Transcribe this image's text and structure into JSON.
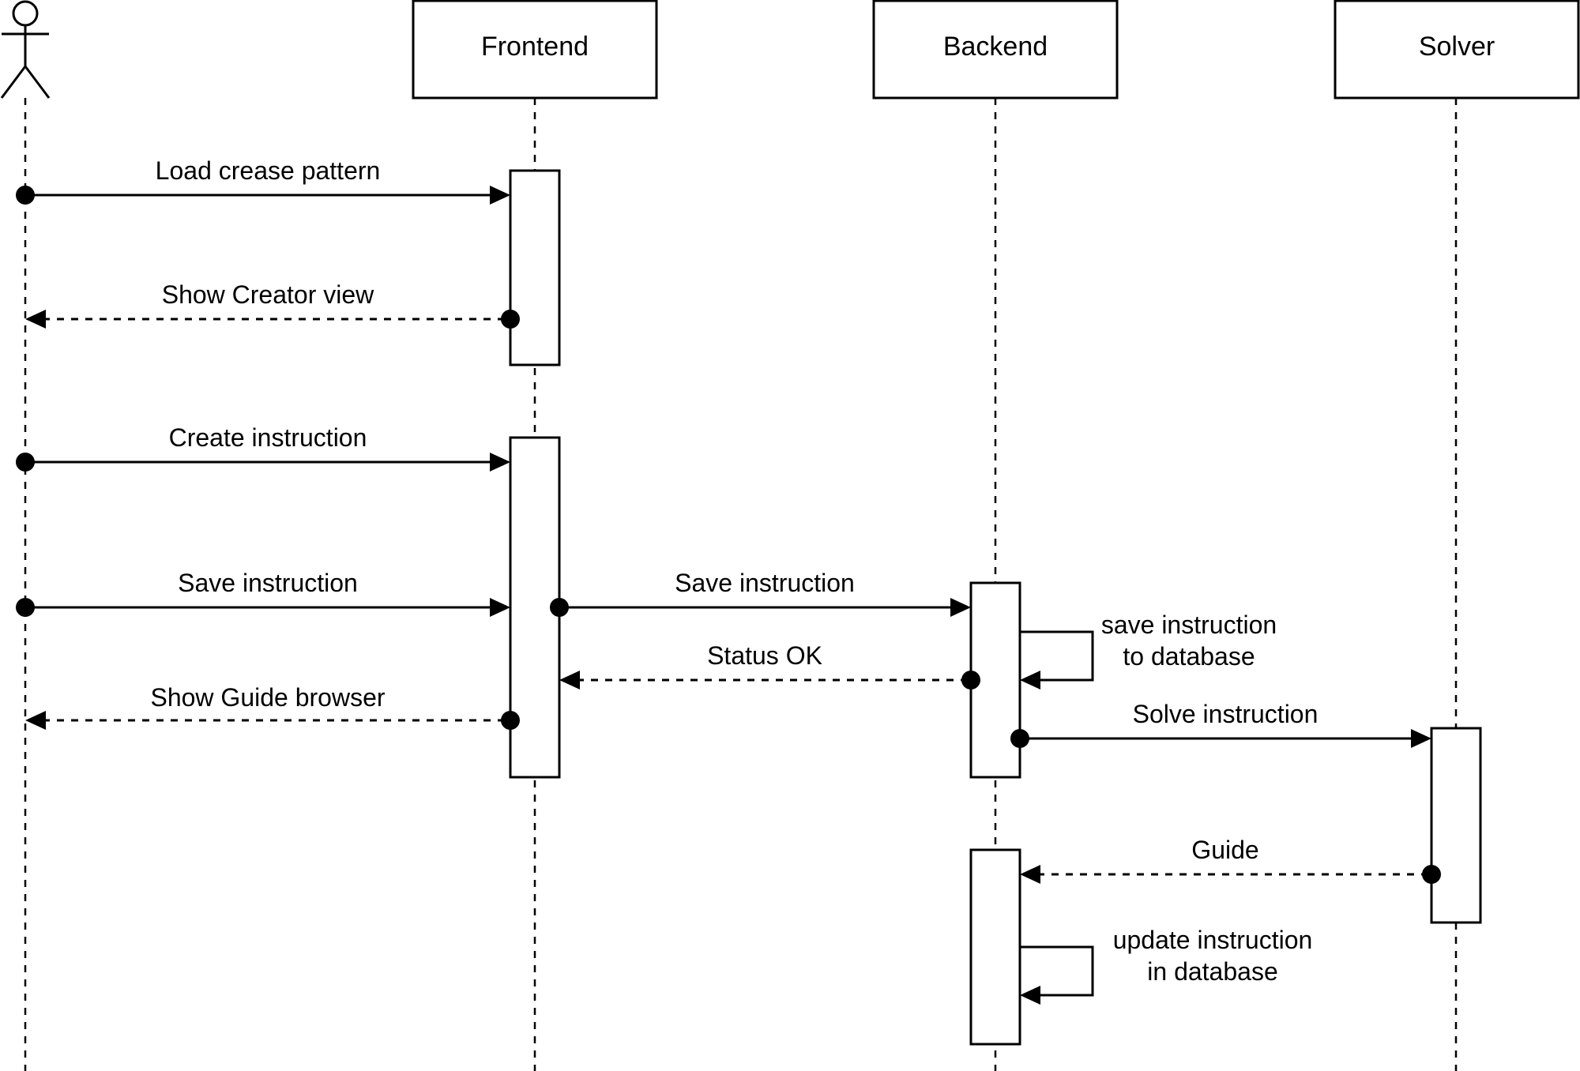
{
  "diagram": {
    "type": "sequence",
    "participants": [
      {
        "id": "actor",
        "kind": "actor",
        "label": ""
      },
      {
        "id": "frontend",
        "kind": "box",
        "label": "Frontend"
      },
      {
        "id": "backend",
        "kind": "box",
        "label": "Backend"
      },
      {
        "id": "solver",
        "kind": "box",
        "label": "Solver"
      }
    ],
    "messages": [
      {
        "id": "load-crease-pattern",
        "from": "actor",
        "to": "frontend",
        "style": "solid",
        "label": [
          "Load crease pattern"
        ]
      },
      {
        "id": "show-creator-view",
        "from": "frontend",
        "to": "actor",
        "style": "dashed",
        "label": [
          "Show Creator view"
        ]
      },
      {
        "id": "create-instruction",
        "from": "actor",
        "to": "frontend",
        "style": "solid",
        "label": [
          "Create instruction"
        ]
      },
      {
        "id": "save-instruction-1",
        "from": "actor",
        "to": "frontend",
        "style": "solid",
        "label": [
          "Save instruction"
        ]
      },
      {
        "id": "save-instruction-2",
        "from": "frontend",
        "to": "backend",
        "style": "solid",
        "label": [
          "Save instruction"
        ]
      },
      {
        "id": "save-to-database",
        "from": "backend",
        "to": "backend",
        "style": "self",
        "label": [
          "save instruction",
          "to database"
        ]
      },
      {
        "id": "status-ok",
        "from": "backend",
        "to": "frontend",
        "style": "dashed",
        "label": [
          "Status OK"
        ]
      },
      {
        "id": "show-guide-browser",
        "from": "frontend",
        "to": "actor",
        "style": "dashed",
        "label": [
          "Show Guide browser"
        ]
      },
      {
        "id": "solve-instruction",
        "from": "backend",
        "to": "solver",
        "style": "solid",
        "label": [
          "Solve instruction"
        ]
      },
      {
        "id": "guide",
        "from": "solver",
        "to": "backend",
        "style": "dashed",
        "label": [
          "Guide"
        ]
      },
      {
        "id": "update-in-database",
        "from": "backend",
        "to": "backend",
        "style": "self",
        "label": [
          "update instruction",
          "in database"
        ]
      }
    ]
  }
}
